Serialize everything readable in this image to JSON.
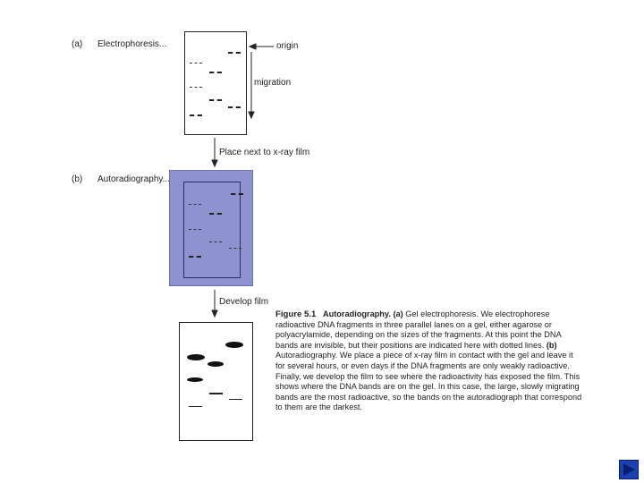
{
  "panel_a": {
    "marker": "(a)",
    "title": "Electrophoresis...",
    "origin_label": "origin",
    "migration_label": "migration"
  },
  "step_1": "Place next to x-ray film",
  "panel_b": {
    "marker": "(b)",
    "title": "Autoradiography..."
  },
  "step_2": "Develop film",
  "caption": {
    "figure": "Figure 5.1",
    "title": "Autoradiography.",
    "part_a_marker": "(a)",
    "part_a_text": "Gel electrophoresis. We electrophorese radioactive DNA fragments in three parallel lanes on a gel, either agarose or polyacrylamide, depending on the sizes of the fragments. At this point the DNA bands are invisible, but their positions are indicated here with dotted lines.",
    "part_b_marker": "(b)",
    "part_b_text": "Autoradiography. We place a piece of x-ray film in contact with the gel and leave it for several hours, or even days if the DNA fragments are only weakly radioactive. Finally, we develop the film to see where the radioactivity has exposed the film. This shows where the DNA bands are on the gel. In this case, the large, slowly migrating bands are the most radioactive, so the bands on the autoradiograph that correspond to them are the darkest."
  },
  "colors": {
    "film": "#8e93cf",
    "nav_button": "#1b3fb5"
  },
  "icons": {
    "nav": "play-triangle-icon"
  }
}
